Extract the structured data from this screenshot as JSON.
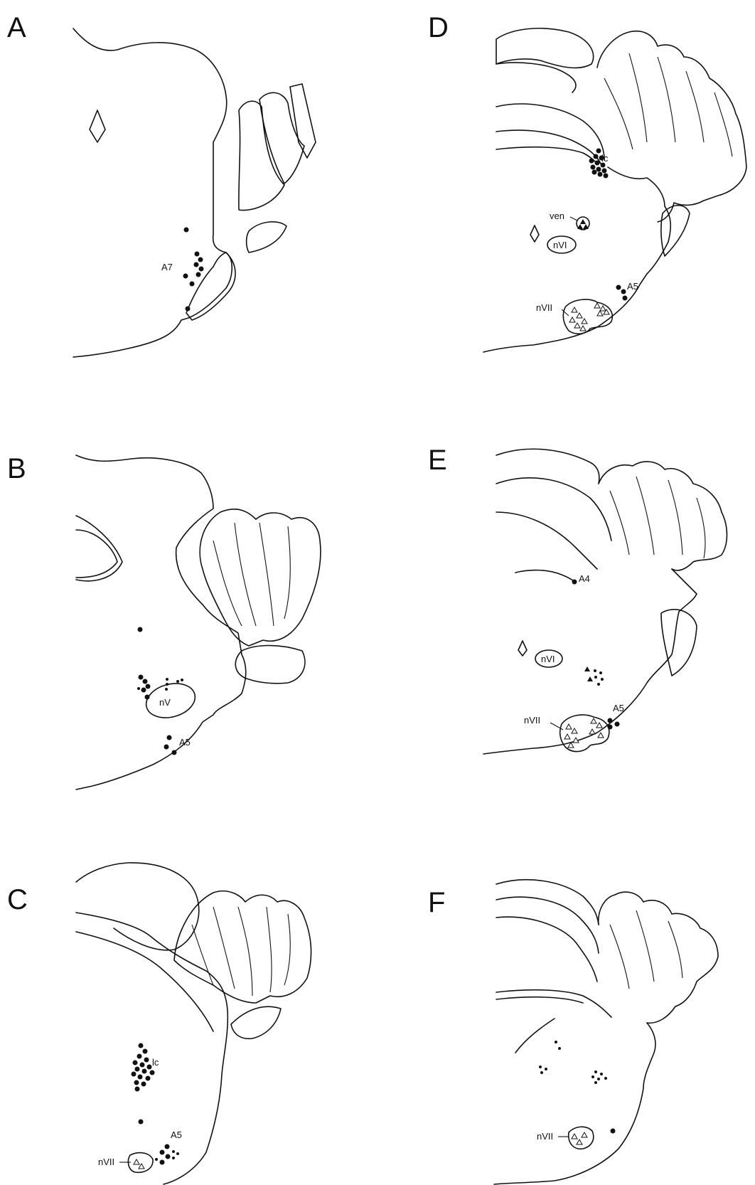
{
  "panels": {
    "A": {
      "letter": "A",
      "labels": {
        "a7": "A7"
      }
    },
    "B": {
      "letter": "B",
      "labels": {
        "nv": "nV",
        "a5": "A5"
      }
    },
    "C": {
      "letter": "C",
      "labels": {
        "lc": "lc",
        "a5": "A5",
        "nvii": "nVII"
      }
    },
    "D": {
      "letter": "D",
      "labels": {
        "lc": "lc",
        "ven": "ven",
        "nvi": "nVI",
        "a5": "A5",
        "nvii": "nVII"
      }
    },
    "E": {
      "letter": "E",
      "labels": {
        "a4": "A4",
        "nvi": "nVI",
        "a5": "A5",
        "nvii": "nVII"
      }
    },
    "F": {
      "letter": "F",
      "labels": {
        "nvii": "nVII"
      }
    }
  },
  "colors": {
    "ink": "#111111",
    "background": "#ffffff"
  },
  "marker_types": [
    "filled-dot",
    "small-dot",
    "open-triangle",
    "filled-triangle"
  ]
}
